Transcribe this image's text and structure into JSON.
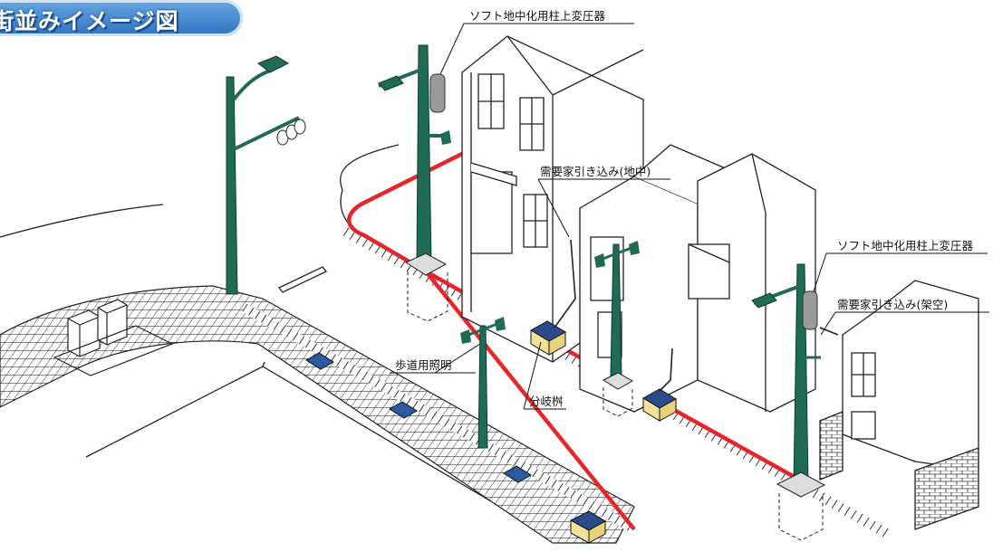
{
  "title": "街並みイメージ図",
  "labels": {
    "transformer_top": "ソフト地中化用柱上変圧器",
    "transformer_right": "ソフト地中化用柱上変圧器",
    "service_underground": "需要家引き込み(地中)",
    "service_overhead": "需要家引き込み(架空)",
    "sidewalk_light": "歩道用照明",
    "branch_box": "分岐桝"
  },
  "colors": {
    "pole": "#1f6b55",
    "pole_dark": "#0f3d30",
    "cable": "#e6262a",
    "box": "#f3e39a",
    "box_lid": "#2b4a8a",
    "banner": "#2f73c0"
  }
}
